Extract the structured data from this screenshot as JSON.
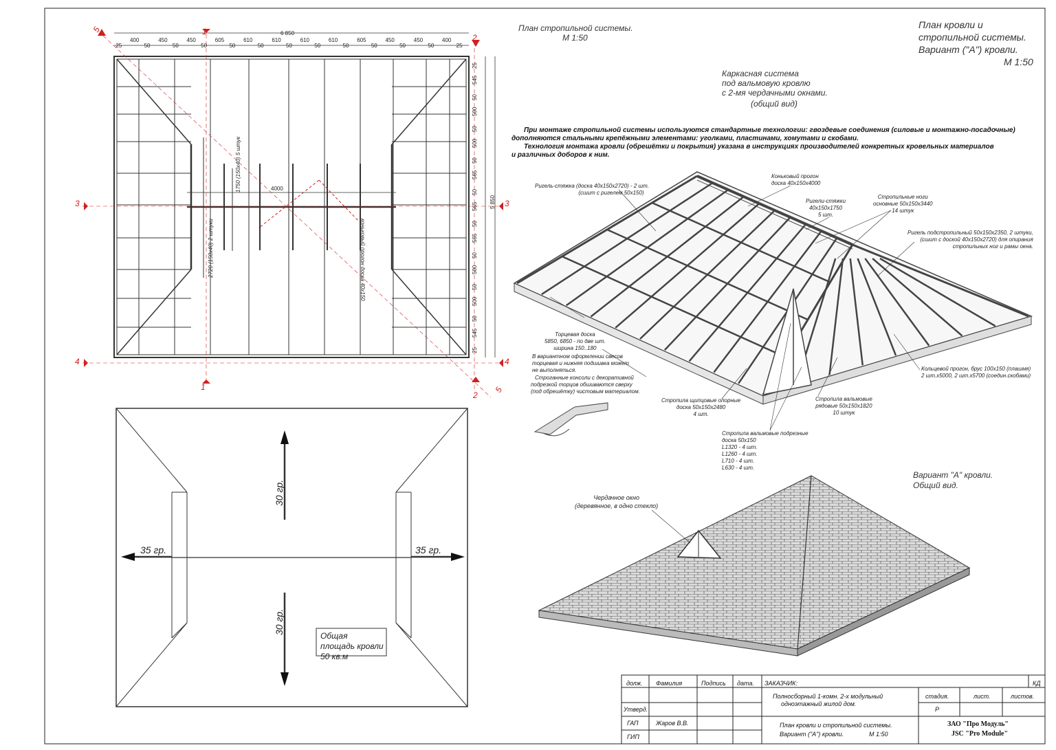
{
  "plan": {
    "title": "План стропильной системы.",
    "scale": "М 1:50",
    "total_width": "6 850",
    "total_height": "5 850",
    "top_dims": [
      "25",
      "400",
      "50",
      "450",
      "50",
      "450",
      "50",
      "605",
      "50",
      "610",
      "50",
      "610",
      "50",
      "610",
      "50",
      "610",
      "50",
      "605",
      "50",
      "450",
      "50",
      "450",
      "50",
      "400",
      "25"
    ],
    "right_dims": [
      "25",
      "545",
      "50",
      "500",
      "50",
      "500",
      "50",
      "565",
      "50",
      "565",
      "50",
      "565",
      "50",
      "500",
      "50",
      "500",
      "50",
      "545",
      "25"
    ],
    "ridge_len": "4000",
    "label_ties": "1750 (150х40) 5 штук",
    "label_ties2": "2720 (150х40) 2 штуки",
    "label_ridge": "коньковый прогон доска 40х150"
  },
  "sections": {
    "s1": "1",
    "s2": "2",
    "s3": "3",
    "s4": "4",
    "s5": "5"
  },
  "slopes": {
    "title_note": "Общая площадь кровли 50 кв.м",
    "top": "30 гр.",
    "bottom": "30 гр.",
    "left": "35 гр.",
    "right": "35 гр."
  },
  "header": {
    "title_lines": [
      "План кровли и",
      "стропильной системы.",
      "Вариант (\"А\") кровли.",
      "М 1:50"
    ]
  },
  "frame": {
    "caption": [
      "Каркасная система",
      "под вальмовую кровлю",
      "с 2-мя чердачными окнами.",
      "(общий вид)"
    ],
    "paragraph": [
      "При монтаже стропильной системы используются стандартные технологии: гвоздевые соединения (силовые и монтажно-посадочные)",
      "дополняются стальными крепёжными элементами: уголками, пластинами, хомутами и скобами.",
      "Технология монтажа кровли (обрешётки и покрытия) указана в инструкциях производителей конкретных кровельных материалов",
      "и различных доборов к ним."
    ],
    "labels": {
      "rigel_tie": [
        "Ригель-стяжка (доска 40х150х2720) - 2 шт.",
        "(сшит с ригелем 50х150)"
      ],
      "ridge": [
        "Коньковый прогон",
        "доска 40х150х4000"
      ],
      "ties": [
        "Ригели-стяжки",
        "40х150х1750",
        "5 шт."
      ],
      "rafters": [
        "Стропильные ноги",
        "основные 50х150х3440",
        "14 штук"
      ],
      "rigel_sub": [
        "Ригель подстропильный 50х150х2350, 2 штуки,",
        "(сшит с доской 40х150х2720) для опирания",
        "стропильных ног и рамы окна."
      ],
      "end_board": [
        "Торцевая доска",
        "5850, 6850 - по две шт.",
        "ширина 150..180"
      ],
      "eaves_note": [
        "В вариантном оформлении свесов",
        "торцевая и нижняя подшивка может",
        "не выполняться."
      ],
      "consoles": [
        "Строганные консоли с декоративной",
        "подрезкой торцов обшиваются сверху",
        "(под обрешётку) чистовым материалом."
      ],
      "ring_purlin": [
        "Кольцевой прогон, брус 100х150 (плашмя)",
        "2 шт.х5000, 2 шт.х5700 (соедин.скобами)"
      ],
      "gable_rafters": [
        "Стропила щипцовые опорные",
        "доска 50х150х2480",
        "4 шт."
      ],
      "hip_rafters": [
        "Стропила вальмовые",
        "рядовые 50х150х1820",
        "10 штук"
      ],
      "hip_sub": [
        "Стропила вальмовые подрезные",
        "доска 50х150",
        "L1320 - 4 шт.",
        "L1260 - 4 шт.",
        "L710 - 4 шт.",
        "L630 - 4 шт."
      ]
    }
  },
  "roof_view": {
    "caption": [
      "Вариант \"А\" кровли.",
      "Общий вид."
    ],
    "dormer": [
      "Чердачное окно",
      "(деревянное, в одно стекло)"
    ]
  },
  "title_block": {
    "col_headers": [
      "долж.",
      "Фамилия",
      "Подпись",
      "дата."
    ],
    "customer": "ЗАКАЗЧИК:",
    "kd": "КД",
    "project": [
      "Полносборный 1-комн. 2-х модульный",
      "одноэтажный жилой дом."
    ],
    "stage_headers": [
      "стадия.",
      "лист.",
      "листов."
    ],
    "stage": "Р",
    "rows": [
      "Утверд.",
      "ГАП",
      "ГИП"
    ],
    "gap_name": "Жаров В.В.",
    "sheet_title": [
      "План кровли и стропильной системы.",
      "Вариант (\"А\") кровли.",
      "М 1:50"
    ],
    "company": [
      "ЗАО \"Про Модуль\"",
      "JSC \"Pro Module\""
    ]
  }
}
